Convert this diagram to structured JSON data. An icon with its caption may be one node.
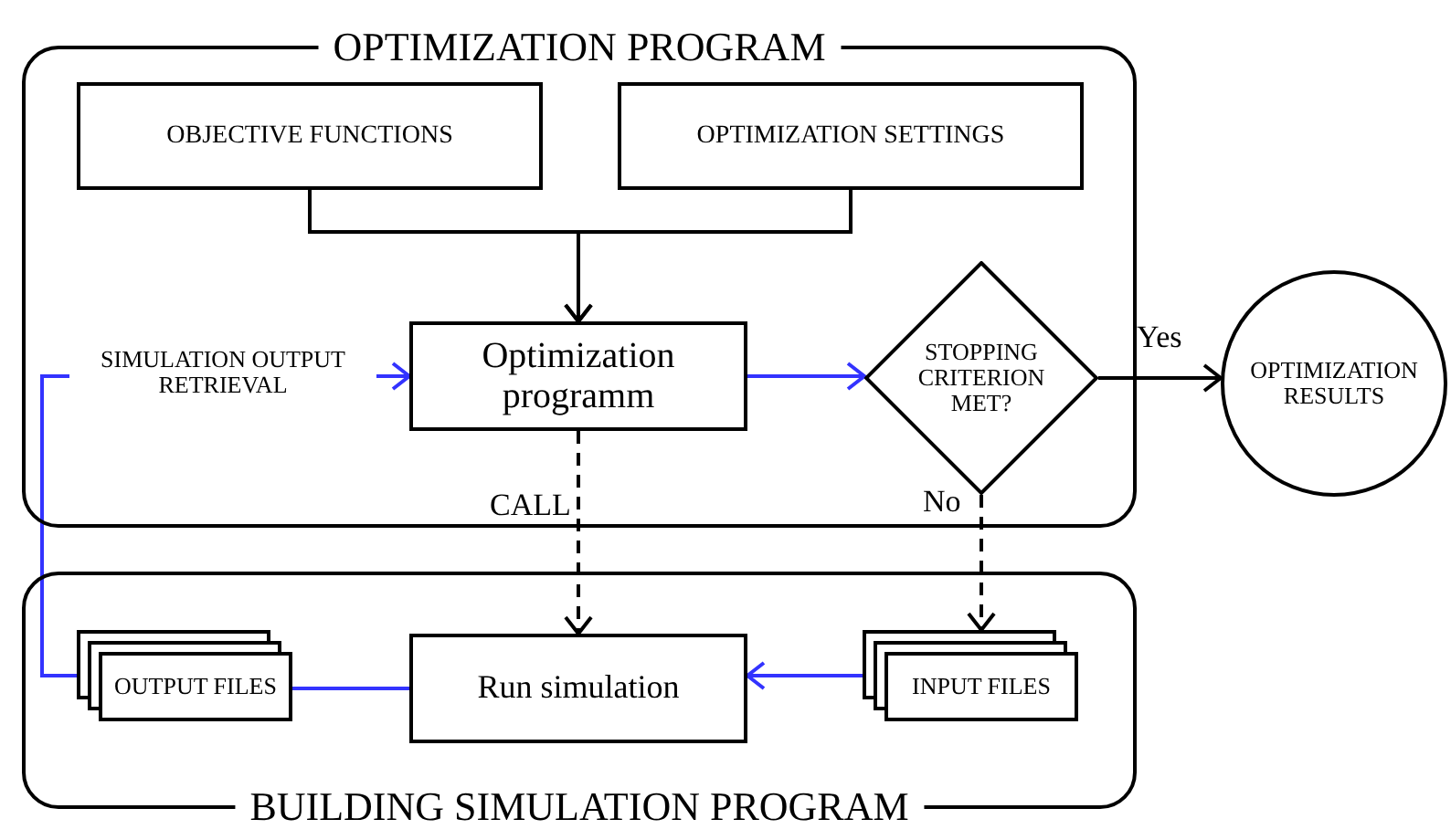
{
  "diagram": {
    "nodes": [
      {
        "text": [
          "OPTIMIZATION PROGRAM"
        ]
      },
      {
        "text": [
          "OBJECTIVE FUNCTIONS"
        ],
        "in": 0
      },
      {
        "text": [
          "OPTIMIZATION SETTINGS"
        ],
        "in": 0
      },
      {
        "text": [
          "Optimization programm"
        ],
        "in": 0
      },
      {
        "text": [
          "STOPPING CRITERION MET?"
        ],
        "in": 0
      },
      {
        "text": [
          "OPTIMIZATION RESULTS"
        ]
      },
      {
        "text": [
          "BUILDING SIMULATION PROGRAM"
        ]
      },
      {
        "text": [
          "OUTPUT FILES"
        ],
        "in": 6
      },
      {
        "text": [
          "Run simulation"
        ],
        "in": 6
      },
      {
        "text": [
          "INPUT FILES"
        ],
        "in": 6
      }
    ],
    "edges": [
      {
        "from": 1,
        "to": 3,
        "arrow": "to"
      },
      {
        "from": 2,
        "to": 3,
        "arrow": "to"
      },
      {
        "from": 3,
        "to": 4,
        "arrow": "to",
        "color": "#3333ff"
      },
      {
        "from": 4,
        "to": 5,
        "arrow": "to",
        "label": "Yes"
      },
      {
        "from": 3,
        "to": 8,
        "arrow": "to",
        "label": "CALL",
        "style": "dashed"
      },
      {
        "from": 4,
        "to": 9,
        "arrow": "to",
        "label": "No",
        "style": "dashed"
      },
      {
        "from": 9,
        "to": 8,
        "arrow": "to",
        "color": "#3333ff"
      },
      {
        "from": 8,
        "to": 7,
        "arrow": "none",
        "color": "#3333ff"
      },
      {
        "from": 7,
        "to": 3,
        "arrow": "to",
        "label": "SIMULATION OUTPUT RETRIEVAL",
        "color": "#3333ff"
      }
    ]
  }
}
